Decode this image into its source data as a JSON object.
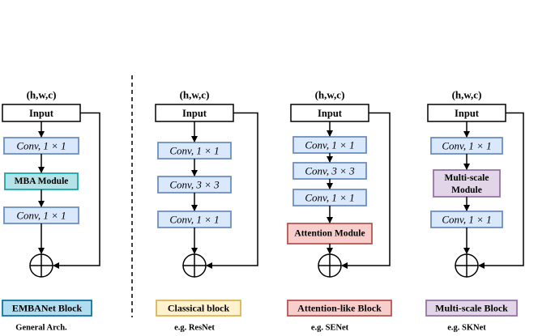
{
  "colors": {
    "line": "#000000",
    "conv_fill": "#dae8fc",
    "conv_stroke": "#6c8ebf",
    "mba_fill": "#b3e3e6",
    "mba_stroke": "#1aa3a8",
    "attention_fill": "#f8cecc",
    "attention_stroke": "#b85450",
    "multiscale_fill": "#e1d5e7",
    "multiscale_stroke": "#9673a6",
    "classical_fill": "#fff2cc",
    "classical_stroke": "#d6b656",
    "embanet_fill": "#b1ddf0",
    "embanet_stroke": "#10739e"
  },
  "panels": [
    {
      "key": "general",
      "shape_label": "(h,w,c)",
      "input_label": "Input",
      "modules": [
        {
          "label": "Conv, 1 × 1",
          "kind": "conv"
        },
        {
          "label": "MBA Module",
          "kind": "mba"
        },
        {
          "label": "Conv, 1 × 1",
          "kind": "conv"
        }
      ],
      "block_label": "EMBANet Block",
      "block_kind": "embanet",
      "caption": "General Arch."
    },
    {
      "key": "resnet",
      "shape_label": "(h,w,c)",
      "input_label": "Input",
      "modules": [
        {
          "label": "Conv, 1 × 1",
          "kind": "conv"
        },
        {
          "label": "Conv, 3 × 3",
          "kind": "conv"
        },
        {
          "label": "Conv, 1 × 1",
          "kind": "conv"
        }
      ],
      "block_label": "Classical block",
      "block_kind": "classical",
      "caption": "e.g. ResNet"
    },
    {
      "key": "senet",
      "shape_label": "(h,w,c)",
      "input_label": "Input",
      "modules": [
        {
          "label": "Conv, 1 × 1",
          "kind": "conv"
        },
        {
          "label": "Conv, 3 × 3",
          "kind": "conv"
        },
        {
          "label": "Conv, 1 × 1",
          "kind": "conv"
        },
        {
          "label": "Attention Module",
          "kind": "attention"
        }
      ],
      "block_label": "Attention-like Block",
      "block_kind": "attention",
      "caption": "e.g. SENet"
    },
    {
      "key": "sknet",
      "shape_label": "(h,w,c)",
      "input_label": "Input",
      "modules": [
        {
          "label": "Conv, 1 × 1",
          "kind": "conv"
        },
        {
          "label": "Multi-scale Module",
          "kind": "multiscale"
        },
        {
          "label": "Conv, 1 × 1",
          "kind": "conv"
        }
      ],
      "block_label": "Multi-scale Block",
      "block_kind": "multiscale",
      "caption": "e.g. SKNet"
    }
  ]
}
